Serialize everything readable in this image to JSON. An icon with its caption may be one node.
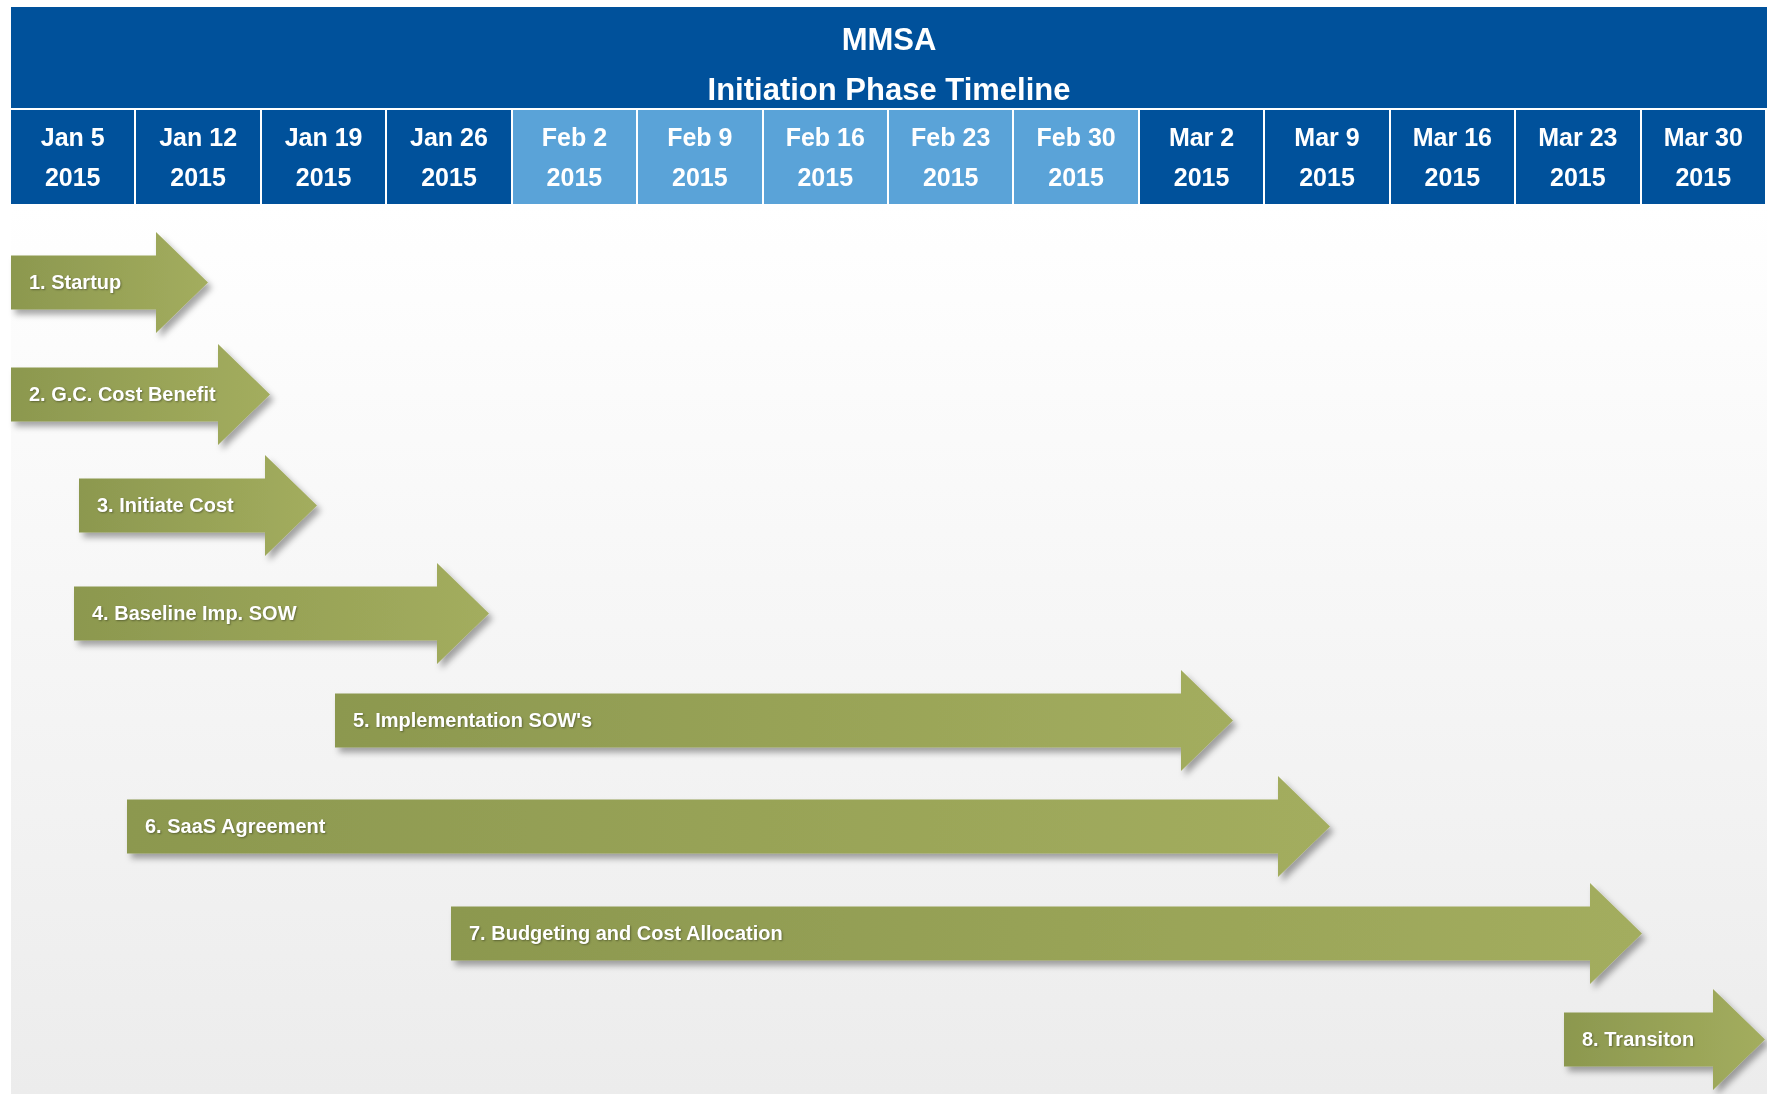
{
  "diagram": {
    "nodes": [
      {
        "text": [
          "MMSA",
          "Initiation Phase Timeline"
        ]
      },
      {
        "text": [
          "Jan 5 2015"
        ]
      },
      {
        "text": [
          "Jan 12 2015"
        ]
      },
      {
        "text": [
          "Jan 19 2015"
        ]
      },
      {
        "text": [
          "Jan 26 2015"
        ]
      },
      {
        "text": [
          "Feb 2 2015"
        ]
      },
      {
        "text": [
          "Feb 9 2015"
        ]
      },
      {
        "text": [
          "Feb 16 2015"
        ]
      },
      {
        "text": [
          "Feb 23 2015"
        ]
      },
      {
        "text": [
          "Feb 30 2015"
        ]
      },
      {
        "text": [
          "Mar 2 2015"
        ]
      },
      {
        "text": [
          "Mar 9 2015"
        ]
      },
      {
        "text": [
          "Mar 16 2015"
        ]
      },
      {
        "text": [
          "Mar 23 2015"
        ]
      },
      {
        "text": [
          "Mar 30 2015"
        ]
      },
      {
        "text": [
          "1. Startup"
        ]
      },
      {
        "text": [
          "2. G.C. Cost Benefit"
        ]
      },
      {
        "text": [
          "3. Initiate Cost"
        ]
      },
      {
        "text": [
          "4. Baseline Imp. SOW"
        ]
      },
      {
        "text": [
          "5. Implementation SOW's"
        ]
      },
      {
        "text": [
          "6. SaaS Agreement"
        ]
      },
      {
        "text": [
          "7. Budgeting and Cost Allocation"
        ]
      },
      {
        "text": [
          "8. Transiton"
        ]
      }
    ]
  }
}
